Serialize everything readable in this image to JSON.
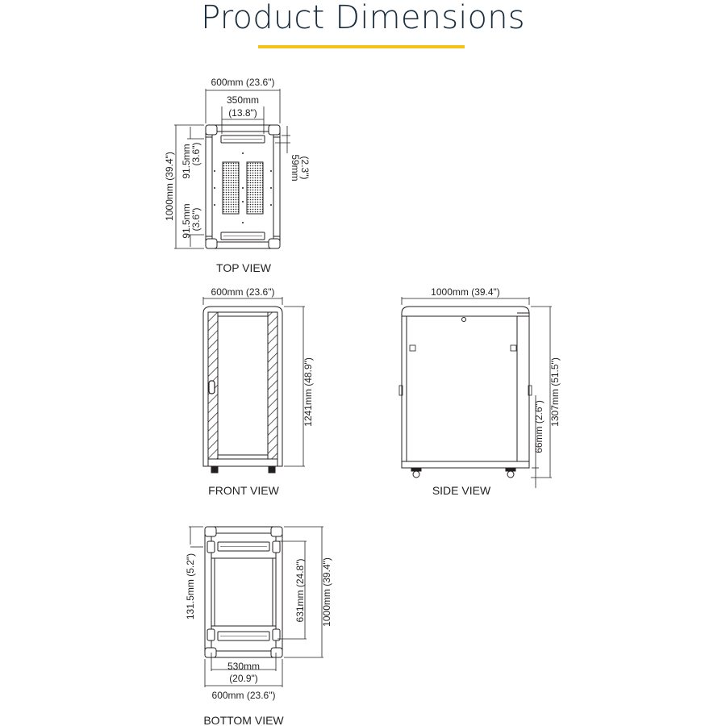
{
  "title": "Product Dimensions",
  "colors": {
    "accent": "#f2c318",
    "title": "#1b2d3d",
    "line": "#231f20"
  },
  "top_view": {
    "label": "TOP VIEW",
    "width": "600mm (23.6\")",
    "inner_width_mm": "350mm",
    "inner_width_in": "(13.8\")",
    "depth": "1000mm (39.4\")",
    "front_offset_mm": "91.5mm",
    "front_offset_in": "(3.6\")",
    "rear_offset_mm": "91.5mm",
    "rear_offset_in": "(3.6\")",
    "rail_mm": "59mm",
    "rail_in": "(2.3\")"
  },
  "front_view": {
    "label": "FRONT VIEW",
    "width": "600mm (23.6\")",
    "height": "1241mm (48.9\")"
  },
  "side_view": {
    "label": "SIDE VIEW",
    "depth": "1000mm (39.4\")",
    "total_height": "1307mm (51.5\")",
    "caster_height": "66mm (2.6\")"
  },
  "bottom_view": {
    "label": "BOTTOM VIEW",
    "front_offset": "131.5mm (5.2\")",
    "hole_spacing": "631mm (24.8\")",
    "depth": "1000mm (39.4\")",
    "inner_width_mm": "530mm",
    "inner_width_in": "(20.9\")",
    "width": "600mm (23.6\")"
  }
}
